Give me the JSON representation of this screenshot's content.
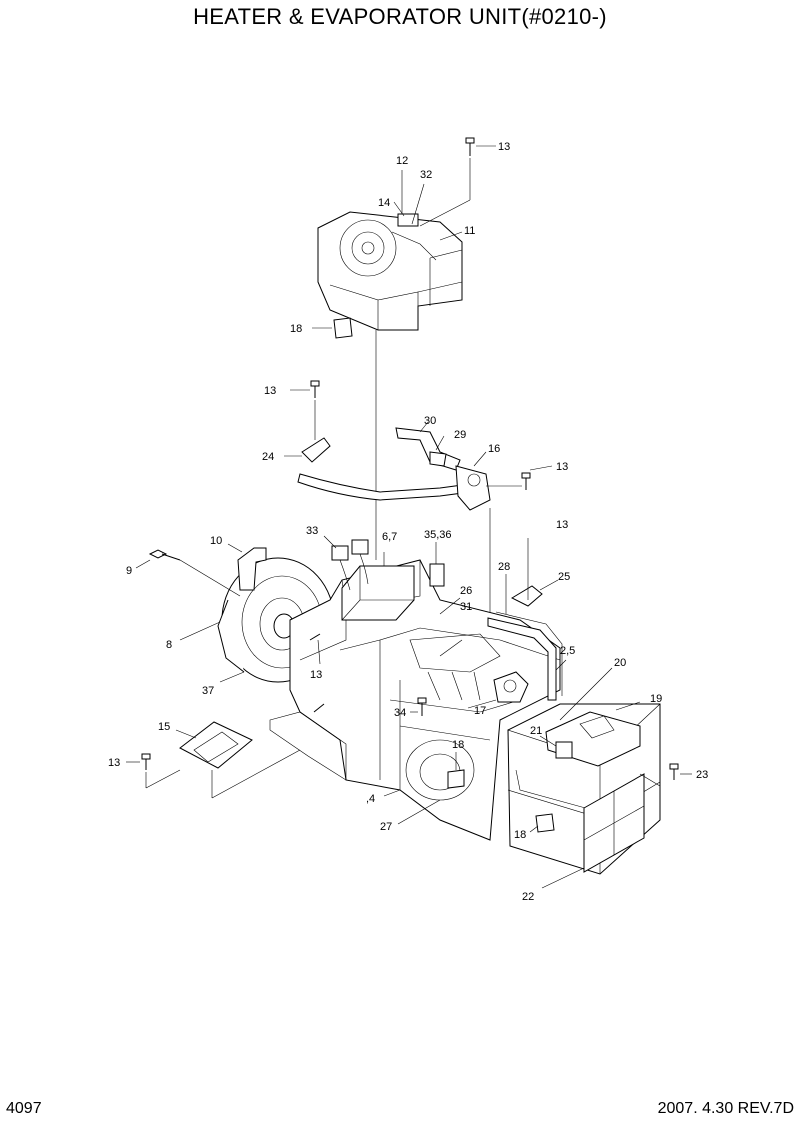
{
  "title": "HEATER & EVAPORATOR UNIT(#0210-)",
  "page_number": "4097",
  "revision": "2007. 4.30  REV.7D",
  "callouts": {
    "c13a": "13",
    "c12": "12",
    "c32": "32",
    "c14": "14",
    "c11": "11",
    "c18a": "18",
    "c13b": "13",
    "c30": "30",
    "c29": "29",
    "c16": "16",
    "c13c": "13",
    "c24": "24",
    "c13d": "13",
    "c33": "33",
    "c67": "6,7",
    "c3536": "35,36",
    "c10": "10",
    "c9": "9",
    "c28": "28",
    "c25": "25",
    "c26": "26",
    "c31": "31",
    "c8": "8",
    "c25b": "2,5",
    "c20": "20",
    "c13e": "13",
    "c37": "37",
    "c19": "19",
    "c34": "34",
    "c17": "17",
    "c15": "15",
    "c21": "21",
    "c18b": "18",
    "c13f": "13",
    "c23": "23",
    "c4": ",4",
    "c27": "27",
    "c18c": "18",
    "c22": "22"
  }
}
